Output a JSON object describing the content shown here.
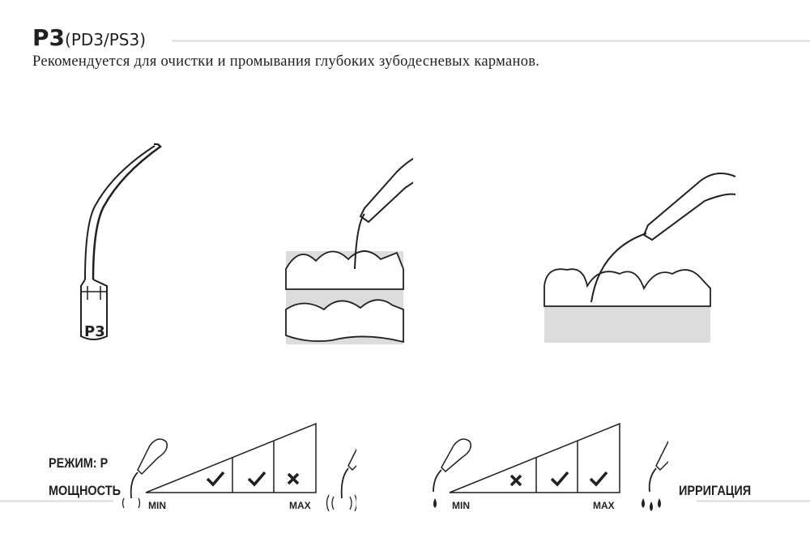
{
  "header": {
    "title_main": "P3",
    "title_variants": "(PD3/PS3)",
    "description": "Рекомендуется для очистки и промывания глубоких зубодесневых карманов."
  },
  "illustrations": {
    "tip_label": "P3"
  },
  "power_scale": {
    "mode_label": "РЕЖИМ: P",
    "power_label": "МОЩНОСТЬ",
    "min_label": "MIN",
    "max_label": "MAX",
    "levels": [
      "ok",
      "ok",
      "no"
    ]
  },
  "irrigation_scale": {
    "label": "ИРРИГАЦИЯ",
    "min_label": "MIN",
    "max_label": "MAX",
    "levels": [
      "no",
      "ok",
      "ok"
    ]
  }
}
